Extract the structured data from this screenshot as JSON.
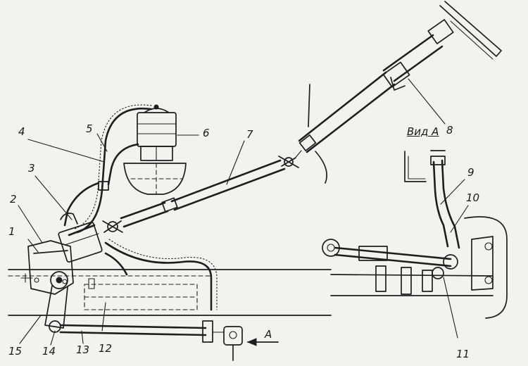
{
  "diagram": {
    "view_title": "Вид А",
    "direction_arrow_label": "A",
    "callouts": {
      "c1": "1",
      "c2": "2",
      "c3": "3",
      "c4": "4",
      "c5": "5",
      "c6": "6",
      "c7": "7",
      "c8": "8",
      "c9": "9",
      "c10": "10",
      "c11": "11",
      "c12": "12",
      "c13": "13",
      "c14": "14",
      "c15": "15"
    }
  }
}
